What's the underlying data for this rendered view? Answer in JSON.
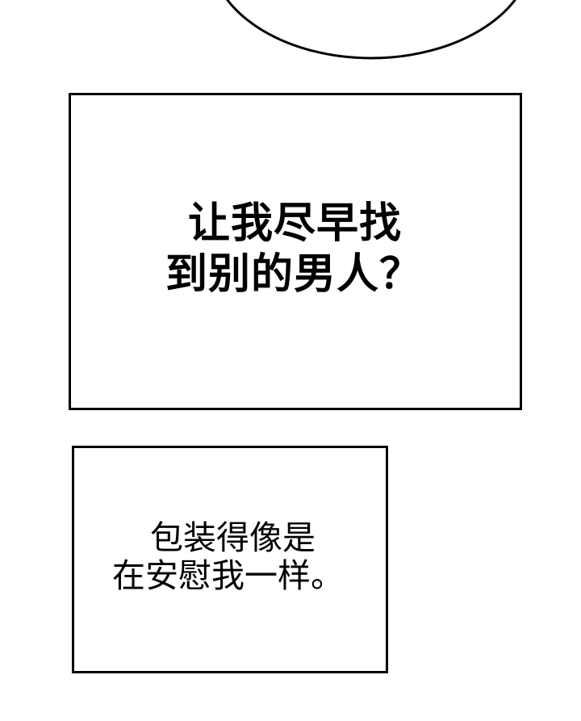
{
  "colors": {
    "background": "#ffffff",
    "ink": "#000000"
  },
  "speech_bubble_top": {
    "shape": "ellipse-bottom-arc"
  },
  "panels": [
    {
      "lines": [
        "让我尽早找",
        "到别的男人？"
      ]
    },
    {
      "lines": [
        "包装得像是",
        "在安慰我一样。"
      ]
    }
  ]
}
